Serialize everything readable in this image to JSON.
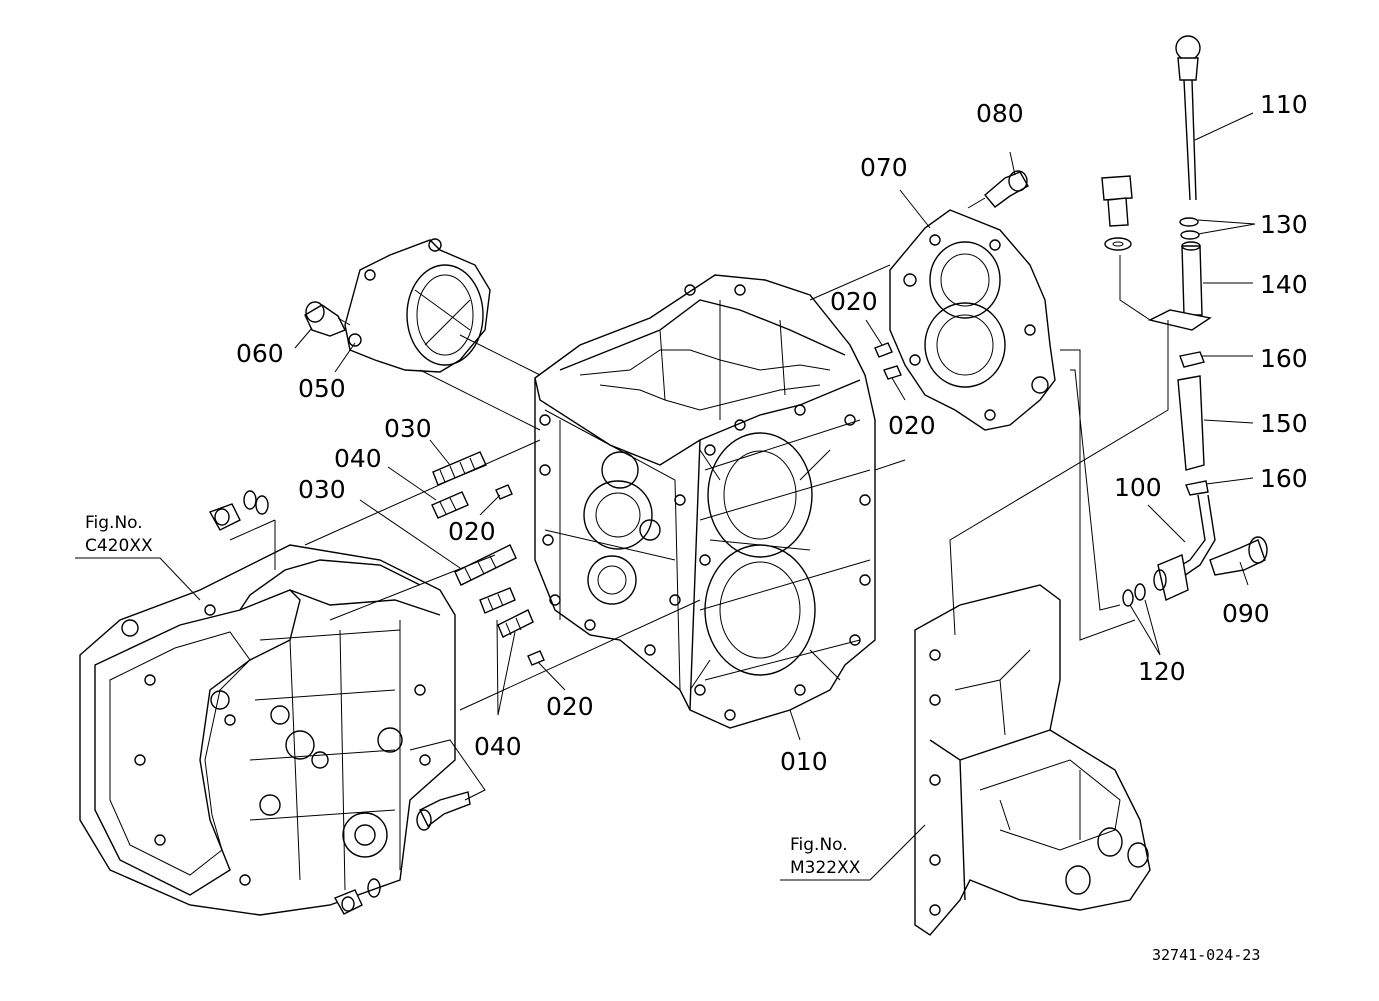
{
  "parts": {
    "p010": "010",
    "p020a": "020",
    "p020b": "020",
    "p020c": "020",
    "p020d": "020",
    "p030a": "030",
    "p030b": "030",
    "p040a": "040",
    "p040b": "040",
    "p050": "050",
    "p060": "060",
    "p070": "070",
    "p080": "080",
    "p090": "090",
    "p100": "100",
    "p110": "110",
    "p120": "120",
    "p130": "130",
    "p140": "140",
    "p150": "150",
    "p160a": "160",
    "p160b": "160"
  },
  "refs": {
    "left_line1": "Fig.No.",
    "left_line2": "C420XX",
    "right_line1": "Fig.No.",
    "right_line2": "M322XX"
  },
  "drawing_code": "32741-024-23"
}
